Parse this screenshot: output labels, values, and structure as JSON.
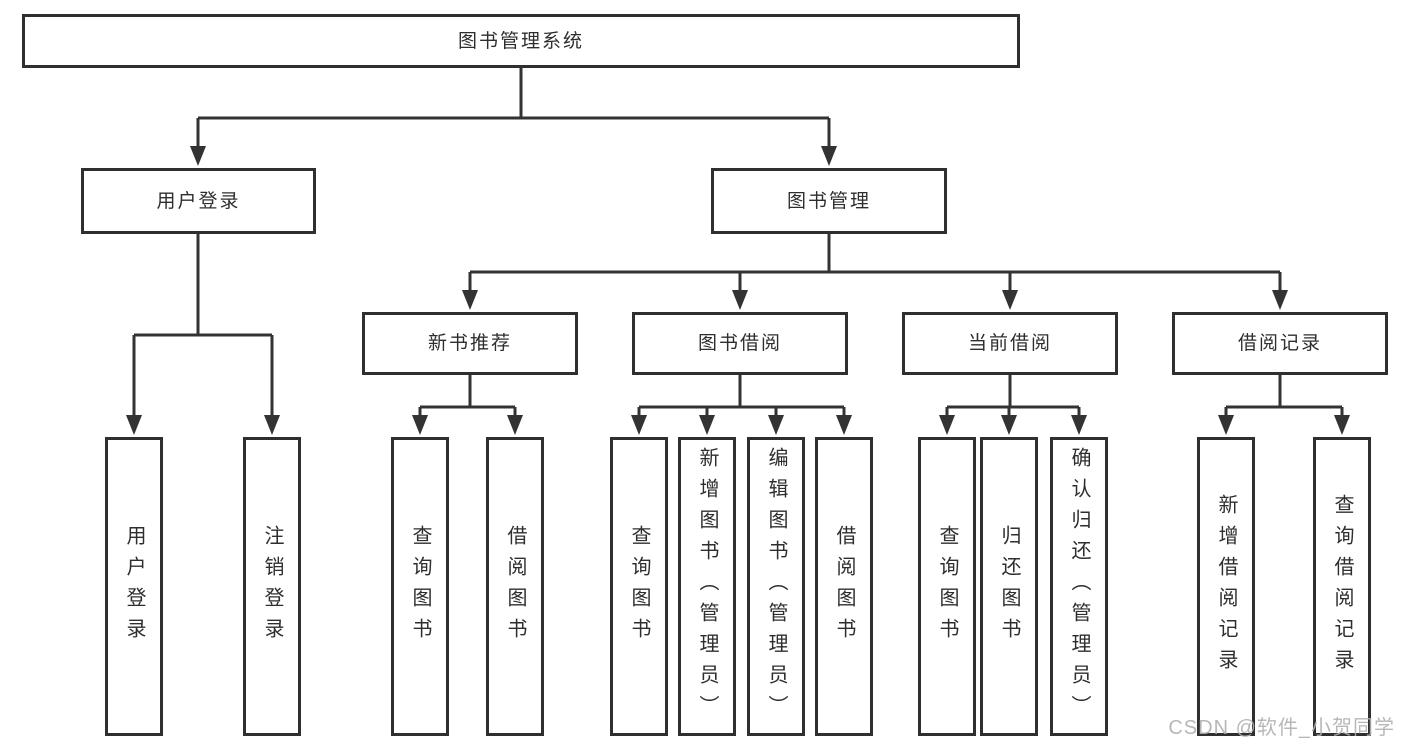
{
  "colors": {
    "line": "#333333",
    "box_border": "#2f2f2f",
    "text": "#2e2e2e",
    "background": "#ffffff",
    "watermark": "#b0b0b0"
  },
  "watermark": {
    "text": "CSDN @软件_小贺同学"
  },
  "tree": {
    "root": {
      "label": "图书管理系统",
      "children": [
        {
          "label": "用户登录",
          "children": [
            {
              "label": "用户登录"
            },
            {
              "label": "注销登录"
            }
          ]
        },
        {
          "label": "图书管理",
          "children": [
            {
              "label": "新书推荐",
              "children": [
                {
                  "label": "查询图书"
                },
                {
                  "label": "借阅图书"
                }
              ]
            },
            {
              "label": "图书借阅",
              "children": [
                {
                  "label": "查询图书"
                },
                {
                  "label": "新增图书（管理员）"
                },
                {
                  "label": "编辑图书（管理员）"
                },
                {
                  "label": "借阅图书"
                }
              ]
            },
            {
              "label": "当前借阅",
              "children": [
                {
                  "label": "查询图书"
                },
                {
                  "label": "归还图书"
                },
                {
                  "label": "确认归还（管理员）"
                }
              ]
            },
            {
              "label": "借阅记录",
              "children": [
                {
                  "label": "新增借阅记录"
                },
                {
                  "label": "查询借阅记录"
                }
              ]
            }
          ]
        }
      ]
    }
  }
}
